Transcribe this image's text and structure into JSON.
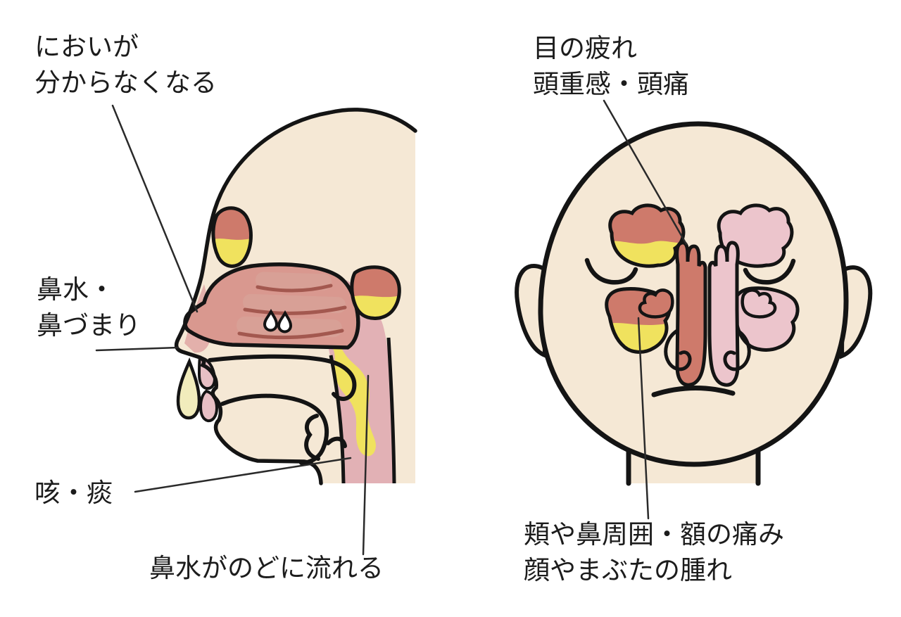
{
  "labels": {
    "smell_loss": {
      "lines": [
        "においが",
        "分からなくなる"
      ]
    },
    "runny_nose": {
      "lines": [
        "鼻水・",
        "鼻づまり"
      ]
    },
    "cough_phlegm": {
      "lines": [
        "咳・痰"
      ]
    },
    "postnasal_drip": {
      "lines": [
        "鼻水がのどに流れる"
      ]
    },
    "eye_fatigue_headache": {
      "lines": [
        "目の疲れ",
        "頭重感・頭痛"
      ]
    },
    "facial_pain_swelling": {
      "lines": [
        "頬や鼻周囲・額の痛み",
        "顔やまぶたの腫れ"
      ]
    }
  },
  "illustrations": {
    "left_figure": "side view of a head showing nasal cavity, turbinates, sinuses with yellow mucus, nose drip and throat",
    "right_figure": "front view of a face showing frontal and maxillary sinuses (inflamed red with yellow fluid on the left, healthy pink on the right)"
  },
  "colors": {
    "background": "#ffffff",
    "outline": "#141414",
    "text": "#1c1c1c",
    "skin": "#f5e8d5",
    "inflamed_red": "#ce7a6b",
    "mucus_yellow": "#f0e25e",
    "pale_drop_yellow": "#f1ecbc",
    "healthy_pink": "#ecc5cc",
    "nasal_cavity": "#d9988f",
    "turbinate": "#d8a096",
    "turbinate_shadow": "#a3584f",
    "throat_pink": "#e2b1b5",
    "lip_pink": "#e7bfc4",
    "nose_flank": "#e3b0ab",
    "leader_line": "#2a2a2a"
  }
}
